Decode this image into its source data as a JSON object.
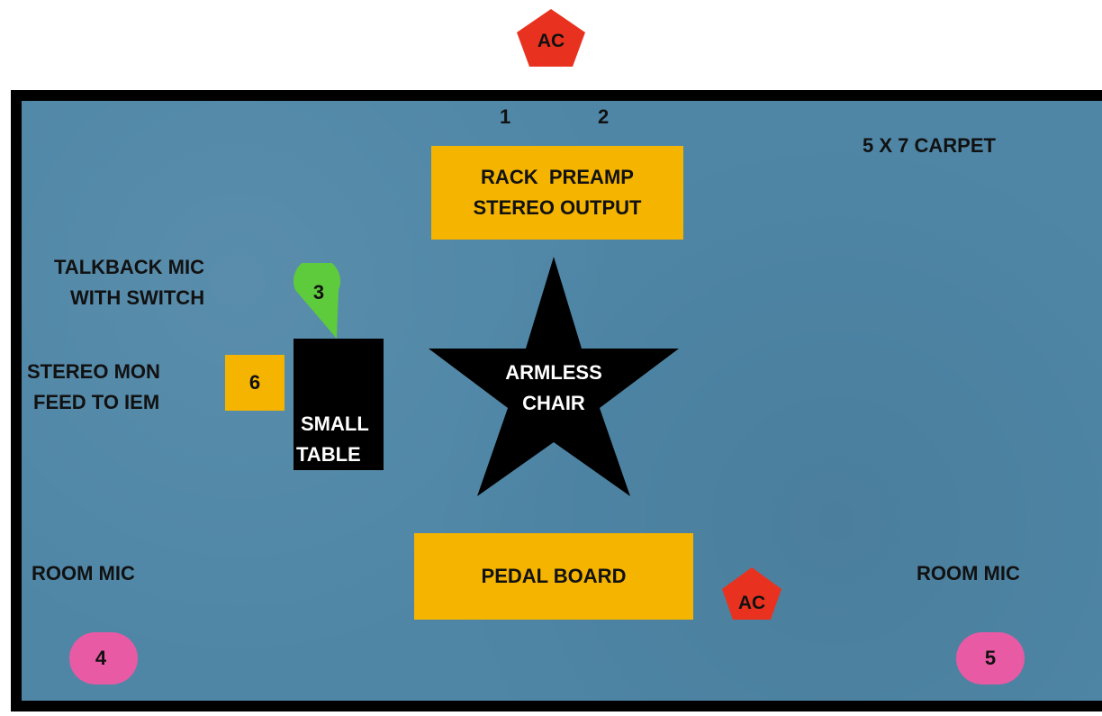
{
  "colors": {
    "carpet": "#4f86a6",
    "border": "#000000",
    "equipment_box": "#f4b400",
    "ac_outlet": "#e8321f",
    "talkback_marker": "#5ecb3c",
    "room_mic_marker": "#e85aa4",
    "furniture": "#000000"
  },
  "power_outlets": {
    "top": "AC",
    "bottom": "AC"
  },
  "input_numbers": {
    "one": "1",
    "two": "2"
  },
  "carpet_label": "5 X 7 CARPET",
  "rack_preamp": {
    "line1": "RACK  PREAMP",
    "line2": "STEREO OUTPUT"
  },
  "talkback_mic": {
    "label_line1": "TALKBACK MIC",
    "label_line2": "WITH SWITCH",
    "number": "3"
  },
  "stereo_monitor": {
    "label_line1": "STEREO MON",
    "label_line2": "FEED TO IEM",
    "number": "6"
  },
  "small_table": {
    "line1": "SMALL",
    "line2": "TABLE"
  },
  "armless_chair": {
    "line1": "ARMLESS",
    "line2": "CHAIR"
  },
  "pedal_board": "PEDAL BOARD",
  "room_mic_left": {
    "label": "ROOM MIC",
    "number": "4"
  },
  "room_mic_right": {
    "label": "ROOM MIC",
    "number": "5"
  }
}
